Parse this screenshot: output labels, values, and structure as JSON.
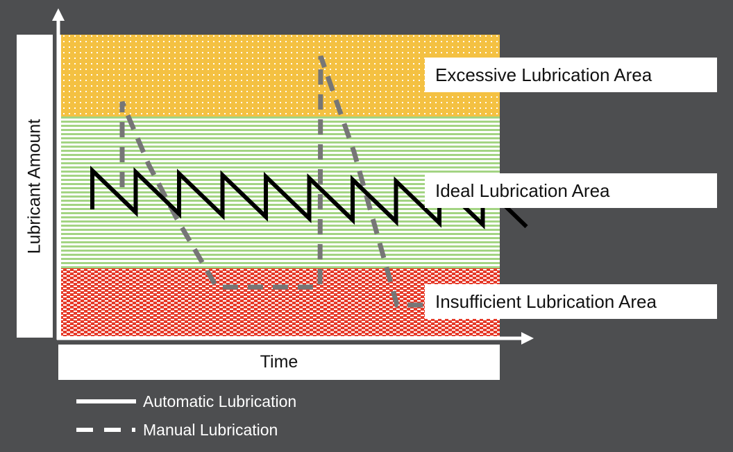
{
  "title": "Automatic vs Manual Lubrication",
  "axes": {
    "y_label": "Lubricant Amount",
    "x_label": "Time"
  },
  "zones": [
    {
      "id": "excessive",
      "label": "Excessive Lubrication Area",
      "color": "#f4c142",
      "pattern": "dots"
    },
    {
      "id": "ideal",
      "label": "Ideal Lubrication Area",
      "color": "#a3d483",
      "pattern": "horizontal-stripes"
    },
    {
      "id": "insufficient",
      "label": "Insufficient Lubrication Area",
      "color": "#e63b2a",
      "pattern": "brick-dashes"
    }
  ],
  "legend": [
    {
      "label": "Automatic Lubrication",
      "style": "solid"
    },
    {
      "label": "Manual Lubrication",
      "style": "dashed"
    }
  ],
  "colors": {
    "background": "#4d4e50",
    "automatic_line": "#000000",
    "manual_line": "#767676",
    "axis": "#ffffff"
  },
  "series": {
    "automatic": {
      "description": "Sawtooth staying within ideal zone; small regular refills",
      "level_range_fraction_of_plot": [
        0.4,
        0.55
      ],
      "cycles": 10
    },
    "manual": {
      "description": "Large refills overshooting into excessive zone, then depleting into insufficient zone",
      "events": [
        "refill-to-excessive",
        "deplete-to-insufficient",
        "hold-insufficient",
        "refill-to-excessive",
        "deplete-to-insufficient"
      ]
    }
  }
}
